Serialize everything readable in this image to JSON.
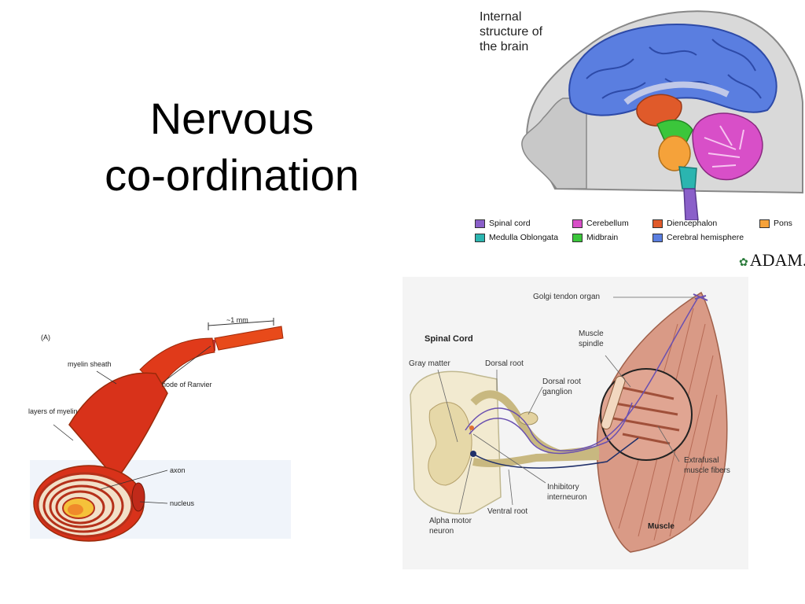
{
  "slide": {
    "title_line1": "Nervous",
    "title_line2": "co-ordination"
  },
  "brain": {
    "title": "Internal\nstructure of\nthe brain",
    "legend": [
      {
        "label": "Spinal cord",
        "color": "#8a5fc9"
      },
      {
        "label": "Cerebellum",
        "color": "#d84fc8"
      },
      {
        "label": "Diencephalon",
        "color": "#e05a2a"
      },
      {
        "label": "Pons",
        "color": "#f5a23a"
      },
      {
        "label": "Medulla Oblongata",
        "color": "#2bb5b0"
      },
      {
        "label": "Midbrain",
        "color": "#3bc63b"
      },
      {
        "label": "Cerebral hemisphere",
        "color": "#5a7ee0"
      }
    ],
    "brand": "ADAM."
  },
  "neuron": {
    "panel_label": "(A)",
    "scale": "~1 mm",
    "labels": {
      "myelin_sheath": "myelin sheath",
      "node_of_ranvier": "node of Ranvier",
      "layers_of_myelin": "layers of myelin",
      "axon": "axon",
      "nucleus": "nucleus"
    }
  },
  "reflex": {
    "labels": {
      "golgi": "Golgi tendon organ",
      "spinal_cord": "Spinal Cord",
      "muscle_spindle": "Muscle spindle",
      "gray_matter": "Gray matter",
      "dorsal_root": "Dorsal root",
      "dorsal_root_ganglion": "Dorsal root ganglion",
      "extrafusal": "Extrafusal muscle fibers",
      "inhibitory": "Inhibitory interneuron",
      "ventral_root": "Ventral root",
      "alpha_motor": "Alpha motor neuron",
      "muscle": "Muscle"
    }
  }
}
